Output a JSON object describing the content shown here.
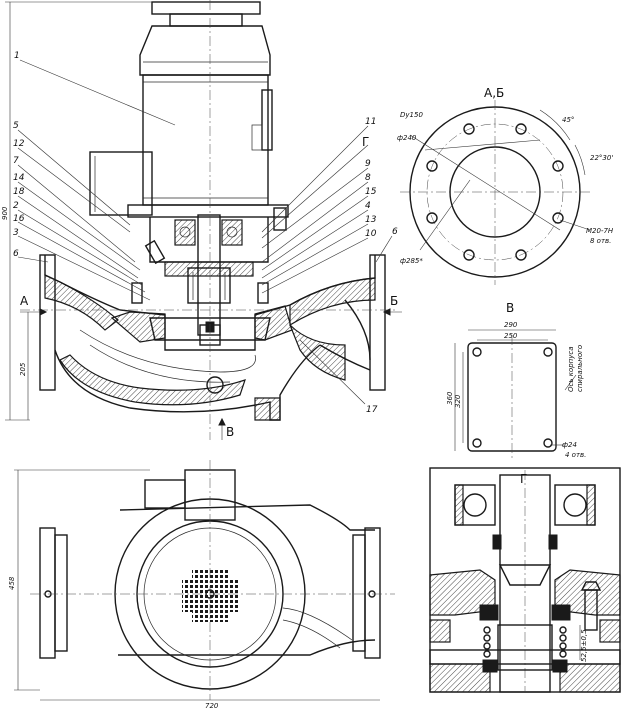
{
  "part_numbers": {
    "p1": "1",
    "p2": "2",
    "p3": "3",
    "p4": "4",
    "p5": "5",
    "p6": "6",
    "p6b": "6",
    "p7": "7",
    "p8": "8",
    "p9": "9",
    "p10": "10",
    "p11": "11",
    "p12": "12",
    "p13": "13",
    "p14": "14",
    "p15": "15",
    "p16": "16",
    "p17": "17",
    "p18": "18"
  },
  "section_labels": {
    "a": "А",
    "b": "Б",
    "v": "В",
    "g": "Г",
    "view_ab": "А,Б",
    "view_v": "В",
    "detail_g": "Г"
  },
  "dimensions": {
    "height_total": "900",
    "height_axis": "205",
    "width_total": "720",
    "height_plan": "458",
    "dy": "Dy150",
    "d240": "ф240",
    "d285": "ф285*",
    "angle45": "45°",
    "angle22": "22°30'",
    "thread": "М20-7Н",
    "thread_count": "8 отв.",
    "base_w1": "290",
    "base_w2": "250",
    "base_h1": "360",
    "base_h2": "320",
    "hole": "ф24",
    "hole_count": "4 отв.",
    "axis_note1": "Ось корпуса",
    "axis_note2": "спирального",
    "seal_dim": "52,5±0,5"
  }
}
